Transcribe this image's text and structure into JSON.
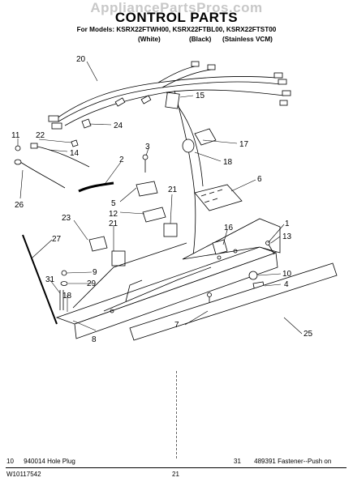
{
  "watermark": "AppliancePartsPros.com",
  "header": {
    "title": "CONTROL PARTS",
    "models_line": "For Models: KSRX22FTWH00, KSRX22FTBL00, KSRX22FTST00",
    "variants": [
      "(White)",
      "(Black)",
      "(Stainless VCM)"
    ]
  },
  "callouts": [
    "20",
    "15",
    "24",
    "11",
    "22",
    "14",
    "17",
    "3",
    "18",
    "2",
    "6",
    "26",
    "21",
    "5",
    "12",
    "23",
    "21",
    "27",
    "16",
    "1",
    "13",
    "9",
    "31",
    "29",
    "10",
    "4",
    "18",
    "7",
    "25",
    "8"
  ],
  "footer": {
    "left": {
      "ref": "10",
      "part": "940014",
      "desc": "Hole Plug"
    },
    "right": {
      "ref": "31",
      "part": "489391",
      "desc": "Fastener--Push on"
    },
    "doc_number": "W10117542",
    "page_number": "21"
  }
}
